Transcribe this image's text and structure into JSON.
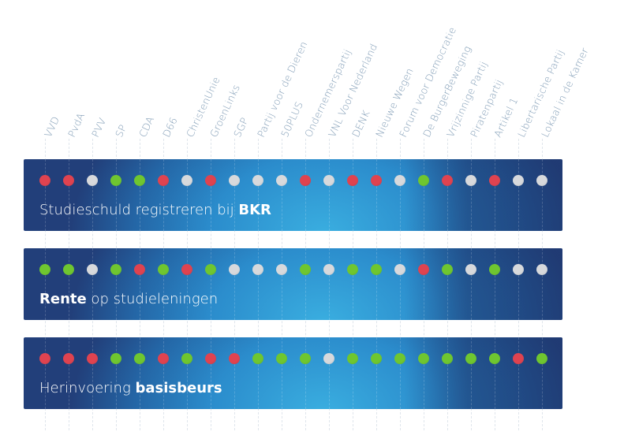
{
  "chart_data": {
    "type": "table",
    "title": "",
    "parties": [
      "VVD",
      "PvdA",
      "PVV",
      "SP",
      "CDA",
      "D66",
      "ChristenUnie",
      "GroenLinks",
      "SGP",
      "Partij voor de Dieren",
      "50PLUS",
      "Ondernemerspartij",
      "VNL Voor Nederland",
      "DENK",
      "Nieuwe Wegen",
      "Forum voor Democratie",
      "De BurgerBeweging",
      "Vrijzinnige Partij",
      "Piratenpartij",
      "Artikel 1",
      "Libertarische Partij",
      "Lokaal in de Kamer"
    ],
    "legend": {
      "for": "#6fc630",
      "against": "#df4350",
      "unknown": "#d7d9dc"
    },
    "rows": [
      {
        "title_pre": "Studieschuld registreren bij ",
        "title_bold": "BKR",
        "title_post": "",
        "positions": [
          "against",
          "against",
          "unknown",
          "for",
          "for",
          "against",
          "unknown",
          "against",
          "unknown",
          "unknown",
          "unknown",
          "against",
          "unknown",
          "against",
          "against",
          "unknown",
          "for",
          "against",
          "unknown",
          "against",
          "unknown",
          "unknown"
        ]
      },
      {
        "title_pre": "",
        "title_bold": "Rente",
        "title_post": " op studieleningen",
        "positions": [
          "for",
          "for",
          "unknown",
          "for",
          "against",
          "for",
          "against",
          "for",
          "unknown",
          "unknown",
          "unknown",
          "for",
          "unknown",
          "for",
          "for",
          "unknown",
          "against",
          "for",
          "unknown",
          "for",
          "unknown",
          "unknown"
        ]
      },
      {
        "title_pre": "Herinvoering ",
        "title_bold": "basisbeurs",
        "title_post": "",
        "positions": [
          "against",
          "against",
          "against",
          "for",
          "for",
          "against",
          "for",
          "against",
          "against",
          "for",
          "for",
          "for",
          "unknown",
          "for",
          "for",
          "for",
          "for",
          "for",
          "for",
          "for",
          "against",
          "for"
        ]
      }
    ]
  }
}
